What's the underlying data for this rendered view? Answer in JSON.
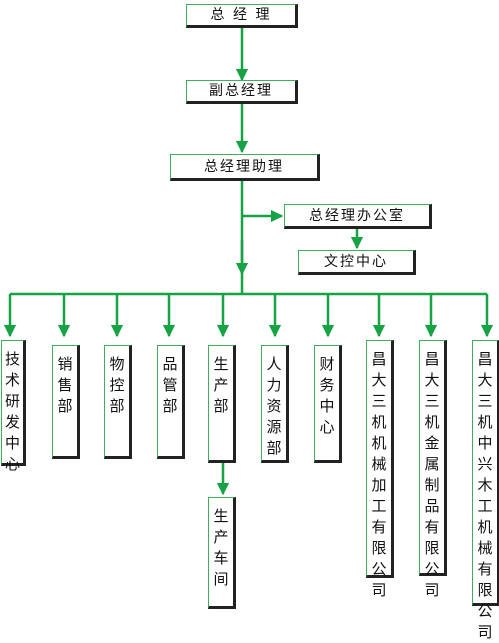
{
  "colors": {
    "line": "#17a345",
    "box_border": "#3fae5c",
    "shadow": "#222222",
    "text": "#111111"
  },
  "top_chain": [
    "总 经 理",
    "副总经理",
    "总经理助理"
  ],
  "side_units": [
    "总经理办公室",
    "文控中心"
  ],
  "departments": [
    "技术研发中心",
    "销售部",
    "物控部",
    "品管部",
    "生产部",
    "人力资源部",
    "财务中心",
    "昌大三机机械加工有限公司",
    "昌大三机金属制品有限公司",
    "昌大三机中兴木工机械有限公司"
  ],
  "sub_units": {
    "production": "生产车间"
  }
}
